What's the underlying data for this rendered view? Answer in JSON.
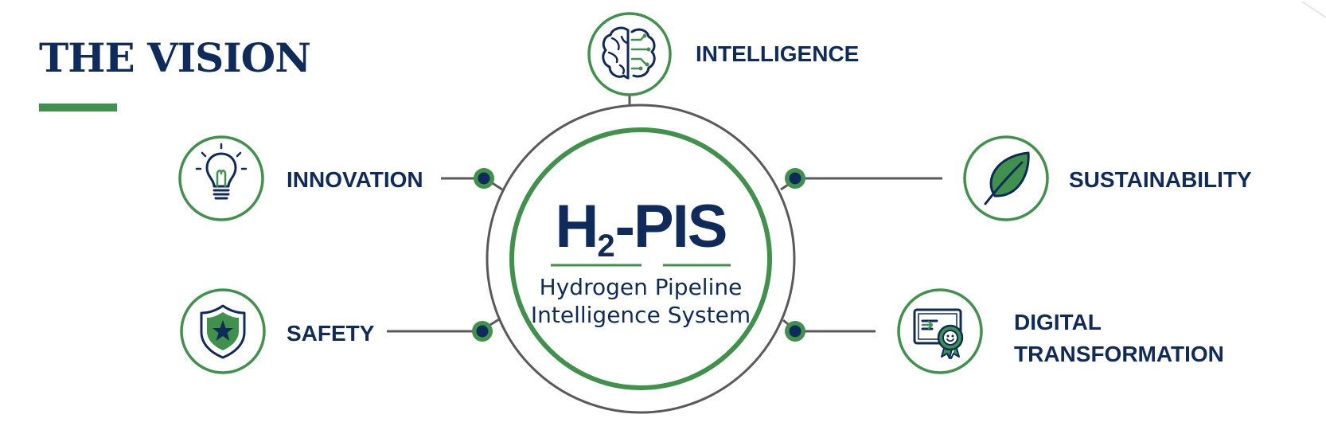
{
  "title": "THE VISION",
  "hub": {
    "title_main": "H",
    "title_sub": "2",
    "title_rest": "-PIS",
    "subtitle_line1": "Hydrogen Pipeline",
    "subtitle_line2": "Intelligence System"
  },
  "nodes": {
    "intelligence": {
      "label": "INTELLIGENCE",
      "icon": "brain-circuit-icon"
    },
    "innovation": {
      "label": "INNOVATION",
      "icon": "lightbulb-icon"
    },
    "safety": {
      "label": "SAFETY",
      "icon": "shield-star-icon"
    },
    "sustainability": {
      "label": "SUSTAINABILITY",
      "icon": "leaf-icon"
    },
    "digital": {
      "label_line1": "DIGITAL",
      "label_line2": "TRANSFORMATION",
      "icon": "certificate-icon"
    }
  },
  "colors": {
    "navy": "#0f2b5b",
    "green": "#3f914b",
    "gray_line": "#5a5a5a",
    "background": "#ffffff"
  }
}
